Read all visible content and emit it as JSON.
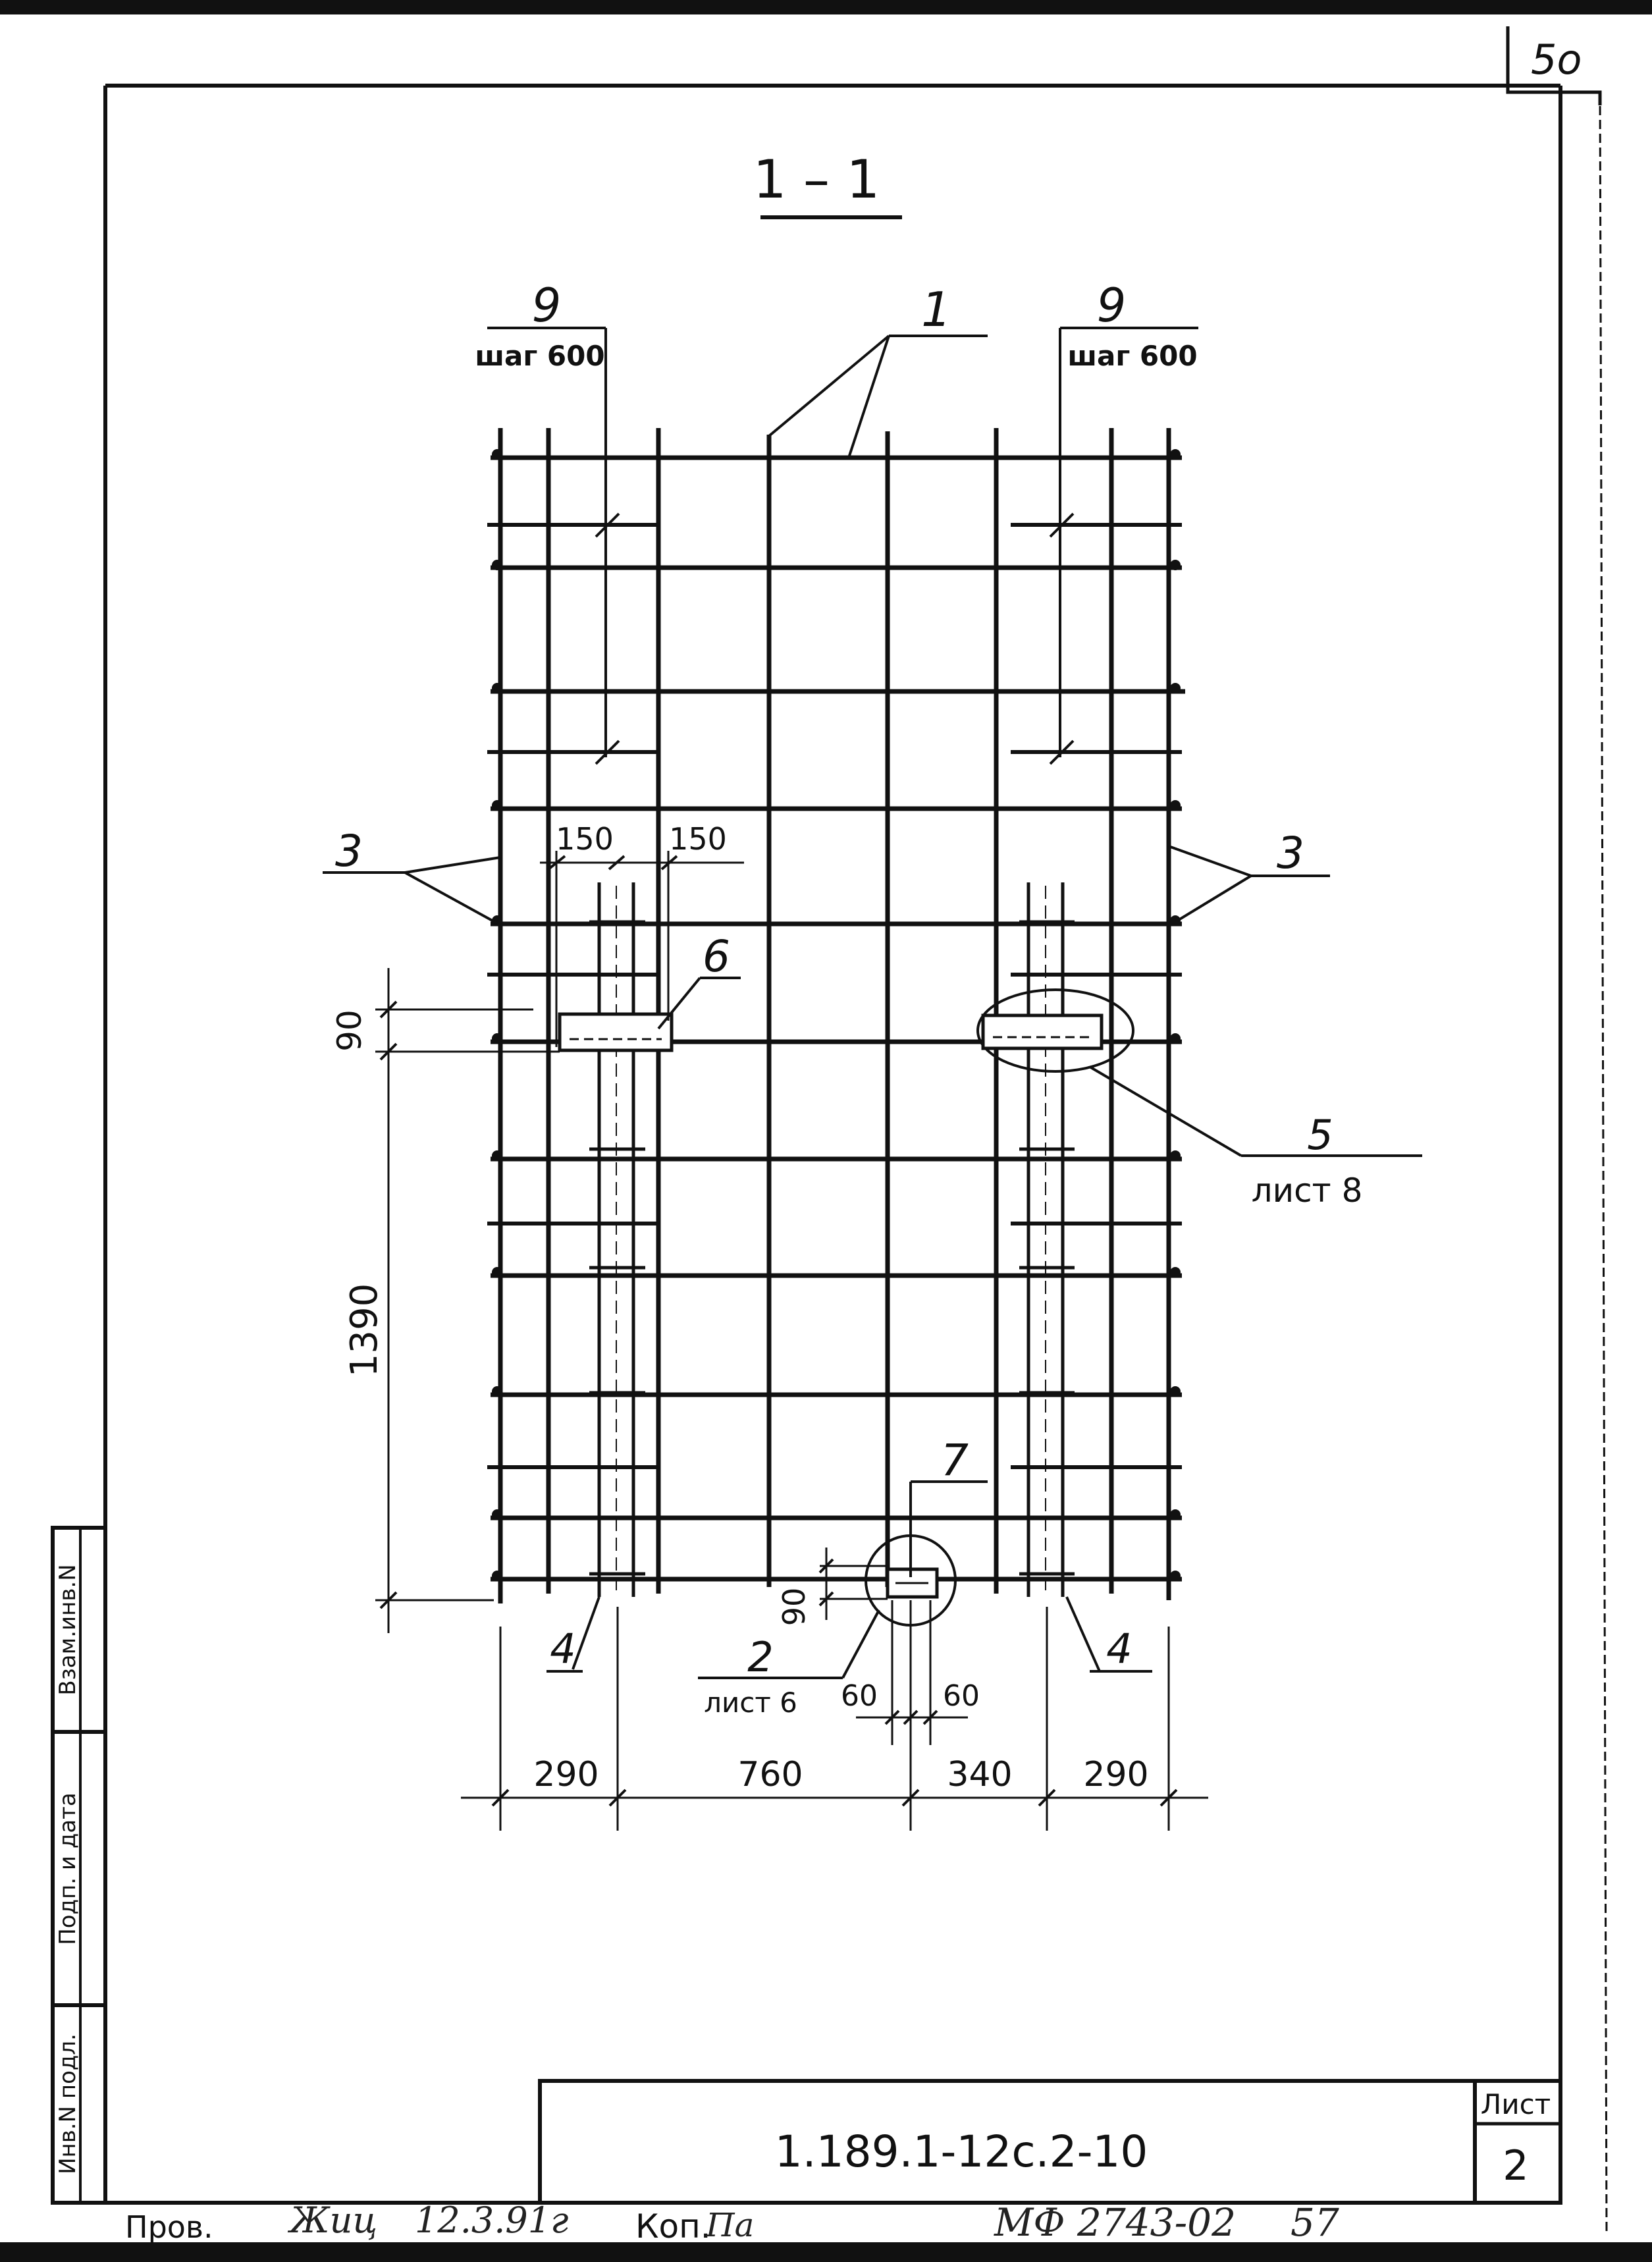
{
  "page_number": "5o",
  "section": {
    "title": "1 – 1"
  },
  "callouts": {
    "rebar_1": "1",
    "rebar_9_left": {
      "label": "9",
      "note": "шаг 600"
    },
    "rebar_9_right": {
      "label": "9",
      "note": "шаг 600"
    },
    "rebar_3_left": "3",
    "rebar_3_right": "3",
    "rebar_6": "6",
    "rebar_5": {
      "label": "5",
      "note": "лист 8"
    },
    "rebar_7": "7",
    "rebar_2": {
      "label": "2",
      "note": "лист 6"
    },
    "rebar_4_left": "4",
    "rebar_4_right": "4"
  },
  "dimensions": {
    "top_150_left": "150",
    "top_150_right": "150",
    "vertical_90": "90",
    "vertical_1390": "1390",
    "bottom_90": "90",
    "bottom_60_left": "60",
    "bottom_60_right": "60",
    "bottom_chain": [
      "290",
      "760",
      "340",
      "290"
    ]
  },
  "side_stamp": {
    "vzam_inv": "Взам.инв.N",
    "podp_data": "Подп. и дата",
    "inv_podl": "Инв.N подл."
  },
  "title_block": {
    "code": "1.189.1-12с.2-10",
    "sheet_label": "Лист",
    "sheet_number": "2"
  },
  "footer": {
    "checked": "Пров.",
    "checker_name": "Жиц",
    "date": "12.3.91г",
    "copied": "Коп.",
    "copier_name": "Па",
    "archive_number": "МФ 2743-02",
    "archive_sheet": "57"
  }
}
